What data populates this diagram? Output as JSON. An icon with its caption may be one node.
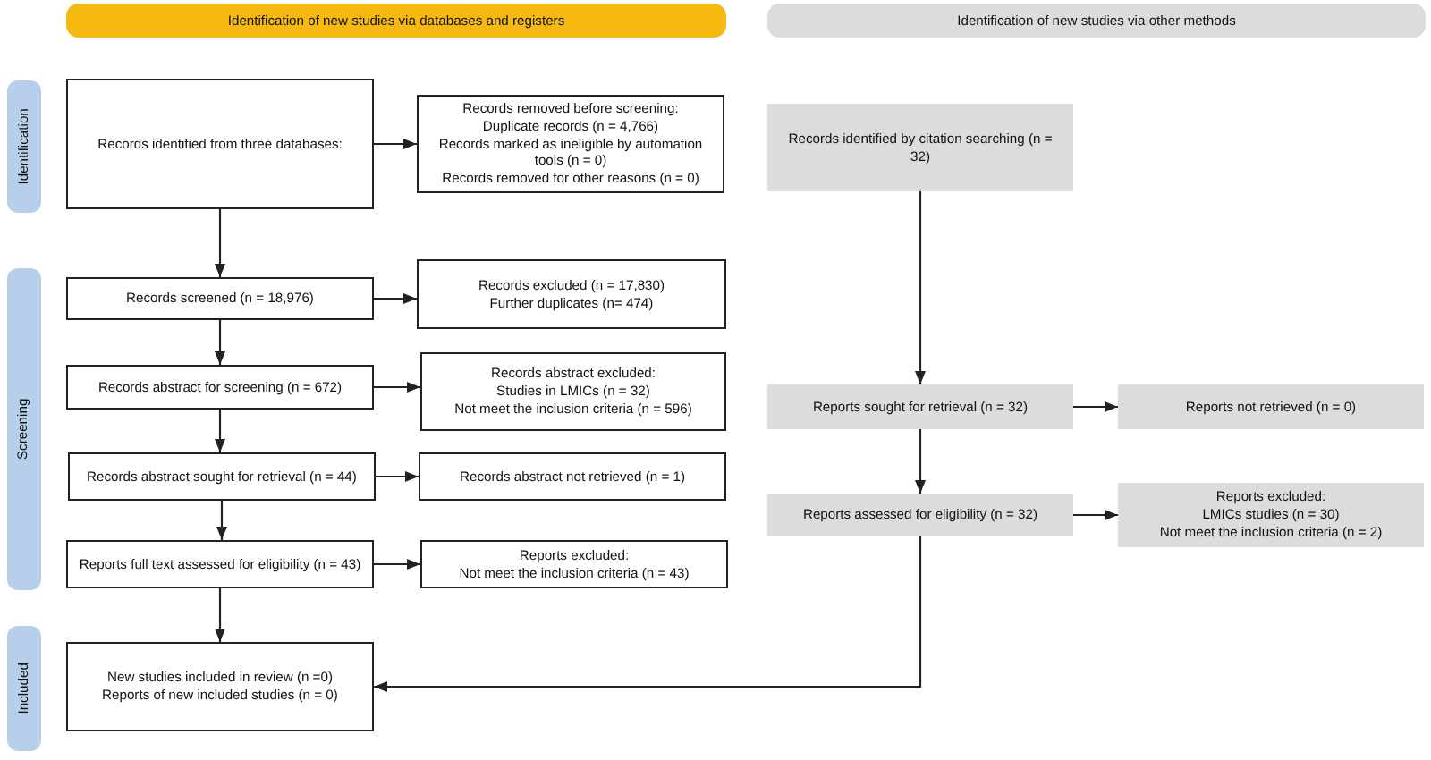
{
  "diagram": {
    "nodes": [
      {
        "text": [
          "Identification of new studies via databases and registers"
        ]
      },
      {
        "text": [
          "Identification of new studies via other methods"
        ]
      },
      {
        "text": [
          "Identification"
        ]
      },
      {
        "text": [
          "Screening"
        ]
      },
      {
        "text": [
          "Included"
        ]
      },
      {
        "text": [
          "Records identified from three databases:"
        ]
      },
      {
        "text": [
          "Records removed before screening:",
          "Duplicate records (n = 4,766)",
          "Records marked as ineligible by automation tools (n = 0)",
          "Records removed for other reasons (n = 0)"
        ]
      },
      {
        "text": [
          "Records screened (n = 18,976)"
        ]
      },
      {
        "text": [
          "Records excluded (n = 17,830)",
          "Further duplicates (n= 474)"
        ]
      },
      {
        "text": [
          "Records abstract for screening (n = 672)"
        ]
      },
      {
        "text": [
          "Records abstract excluded:",
          "Studies in LMICs (n = 32)",
          "Not meet the inclusion criteria (n = 596)"
        ]
      },
      {
        "text": [
          "Records abstract sought for retrieval (n = 44)"
        ]
      },
      {
        "text": [
          "Records abstract not retrieved (n = 1)"
        ]
      },
      {
        "text": [
          "Reports full text assessed for eligibility (n = 43)"
        ]
      },
      {
        "text": [
          "Reports excluded:",
          "Not meet the inclusion criteria (n = 43)"
        ]
      },
      {
        "text": [
          "New studies included in review (n =0)",
          "Reports of new included studies (n = 0)"
        ]
      },
      {
        "text": [
          "Records identified by citation searching (n = 32)"
        ]
      },
      {
        "text": [
          "Reports sought for retrieval (n = 32)"
        ]
      },
      {
        "text": [
          "Reports not retrieved (n = 0)"
        ]
      },
      {
        "text": [
          "Reports assessed for eligibility (n = 32)"
        ]
      },
      {
        "text": [
          "Reports excluded:",
          "LMICs studies (n = 30)",
          "Not meet the inclusion criteria (n = 2)"
        ]
      }
    ],
    "edges": [
      {
        "from": 5,
        "to": 6,
        "arrow": "to"
      },
      {
        "from": 5,
        "to": 7,
        "arrow": "to"
      },
      {
        "from": 7,
        "to": 8,
        "arrow": "to"
      },
      {
        "from": 7,
        "to": 9,
        "arrow": "to"
      },
      {
        "from": 9,
        "to": 10,
        "arrow": "to"
      },
      {
        "from": 9,
        "to": 11,
        "arrow": "to"
      },
      {
        "from": 11,
        "to": 12,
        "arrow": "to"
      },
      {
        "from": 11,
        "to": 13,
        "arrow": "to"
      },
      {
        "from": 13,
        "to": 14,
        "arrow": "to"
      },
      {
        "from": 13,
        "to": 15,
        "arrow": "to"
      },
      {
        "from": 16,
        "to": 17,
        "arrow": "to"
      },
      {
        "from": 17,
        "to": 18,
        "arrow": "to"
      },
      {
        "from": 17,
        "to": 19,
        "arrow": "to"
      },
      {
        "from": 19,
        "to": 20,
        "arrow": "to"
      },
      {
        "from": 19,
        "to": 15,
        "arrow": "to"
      }
    ]
  }
}
